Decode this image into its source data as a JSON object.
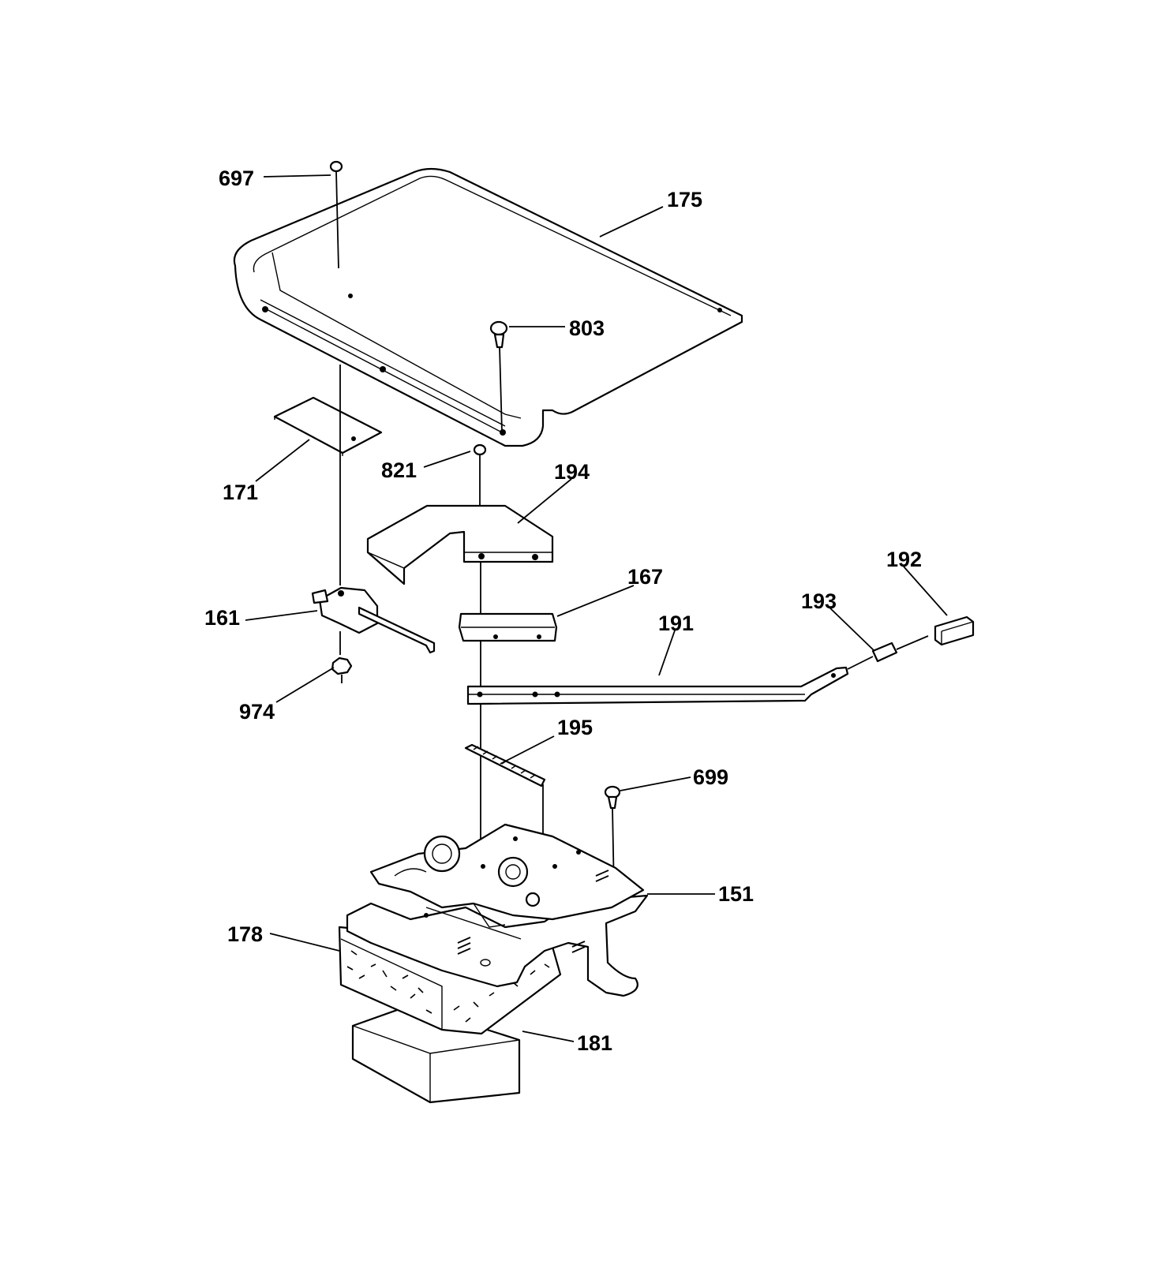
{
  "diagram": {
    "callouts": {
      "c697": "697",
      "c175": "175",
      "c803": "803",
      "c171": "171",
      "c821": "821",
      "c194": "194",
      "c192": "192",
      "c167": "167",
      "c193": "193",
      "c161": "161",
      "c191": "191",
      "c974": "974",
      "c195": "195",
      "c699": "699",
      "c151": "151",
      "c178": "178",
      "c181": "181"
    }
  }
}
